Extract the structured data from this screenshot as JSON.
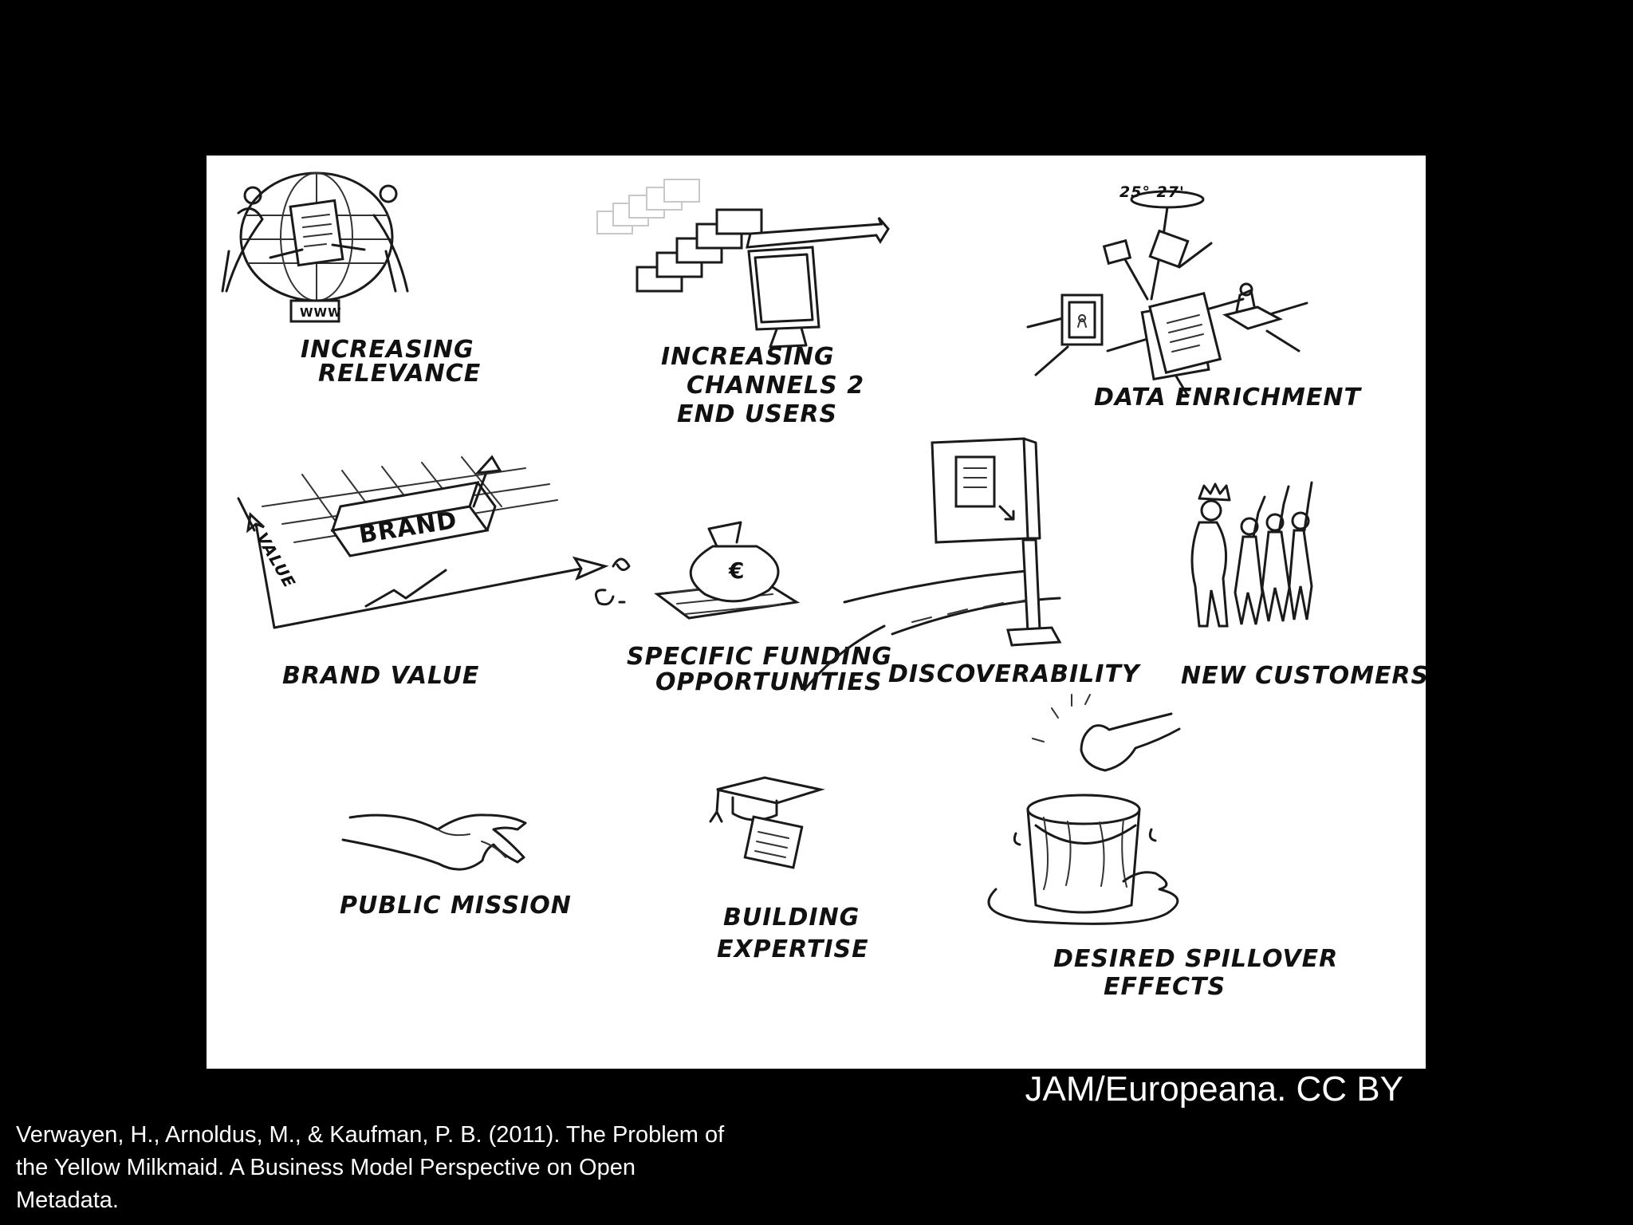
{
  "sketch": {
    "labels": {
      "increasing_relevance": [
        "INCREASING",
        "RELEVANCE"
      ],
      "www": "WWW",
      "increasing_channels": [
        "INCREASING",
        "CHANNELS 2",
        "END USERS"
      ],
      "data_enrichment": "DATA ENRICHMENT",
      "coordinates": "25° 27'",
      "brand_word": "BRAND",
      "value_axis": "VALUE",
      "brand_value": "BRAND VALUE",
      "specific_funding": [
        "SPECIFIC FUNDING",
        "OPPORTUNITIES"
      ],
      "discoverability": "DISCOVERABILITY",
      "new_customers": "NEW CUSTOMERS",
      "public_mission": "PUBLIC MISSION",
      "building_expertise": [
        "BUILDING",
        "EXPERTISE"
      ],
      "spillover": [
        "DESIRED SPILLOVER",
        "EFFECTS"
      ],
      "euro": "€"
    }
  },
  "credit": "JAM/Europeana. CC BY",
  "citation": [
    "Verwayen, H., Arnoldus, M., & Kaufman, P. B. (2011). The Problem of",
    "the Yellow Milkmaid. A Business Model Perspective on Open",
    "Metadata."
  ]
}
